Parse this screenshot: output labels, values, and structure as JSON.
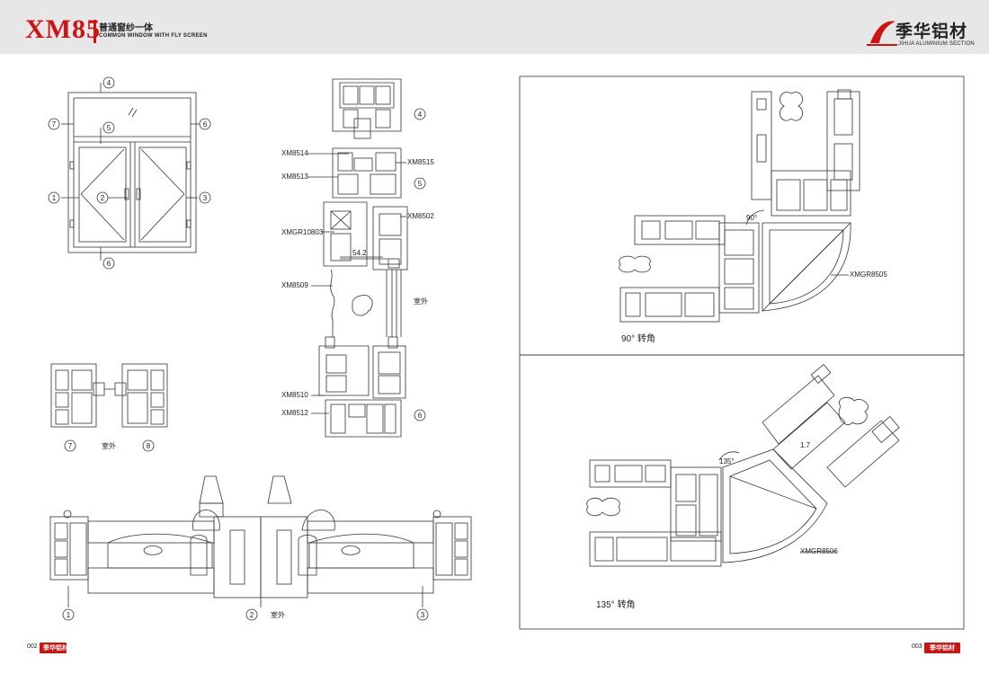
{
  "header": {
    "series": "XM85",
    "title_cn": "普通窗纱一体",
    "title_en": "COMMON WINDOW WITH FLY SCREEN"
  },
  "brand": {
    "name_cn": "季华铝材",
    "name_en": "JIHUA ALUMINIUM SECTION"
  },
  "elevation": {
    "callouts": [
      "4",
      "7",
      "5",
      "6",
      "1",
      "2",
      "3",
      "6"
    ]
  },
  "section_labels": {
    "left": [
      "XM8514",
      "XM8513",
      "XMGR10803",
      "XM8509",
      "XM8510",
      "XM8512"
    ],
    "right": [
      "XM8515",
      "XM8502"
    ],
    "dimension": "54.2",
    "outdoor": "室外",
    "callouts": [
      "4",
      "5",
      "6"
    ]
  },
  "mullion_detail": {
    "callouts": [
      "7",
      "8"
    ],
    "outdoor": "室外"
  },
  "horizontal_section": {
    "callouts": [
      "1",
      "2",
      "3"
    ],
    "outdoor": "室外"
  },
  "corner_90": {
    "angle": "90°",
    "part": "XMGR8505",
    "caption": "90° 转角"
  },
  "corner_135": {
    "angle": "135°",
    "part": "XMGR8506",
    "dimension": "1.7",
    "caption": "135° 转角"
  },
  "footer": {
    "left_page": "002",
    "right_page": "003",
    "brand": "季华铝材"
  },
  "colors": {
    "brand_red": "#cc1414",
    "header_gray": "#e7e7e7",
    "line": "#333333"
  }
}
